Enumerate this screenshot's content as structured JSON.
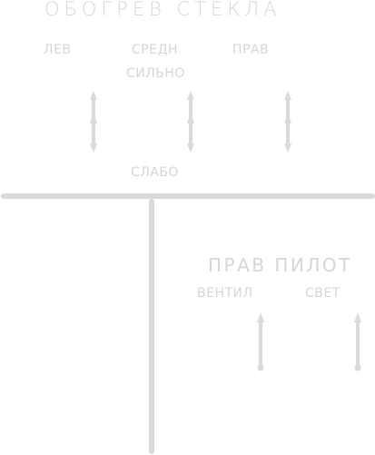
{
  "top_panel": {
    "title": "ОБОГРЕВ СТЕКЛА",
    "labels": {
      "left": "ЛЕВ",
      "center": "СРЕДН",
      "right": "ПРАВ",
      "strong": "СИЛЬНО",
      "weak": "СЛАБО"
    }
  },
  "bottom_panel": {
    "title": "ПРАВ ПИЛОТ",
    "labels": {
      "fan": "ВЕНТИЛ",
      "light": "СВЕТ"
    }
  },
  "colors": {
    "line": "#dadada",
    "text": "#d6d6d6"
  }
}
